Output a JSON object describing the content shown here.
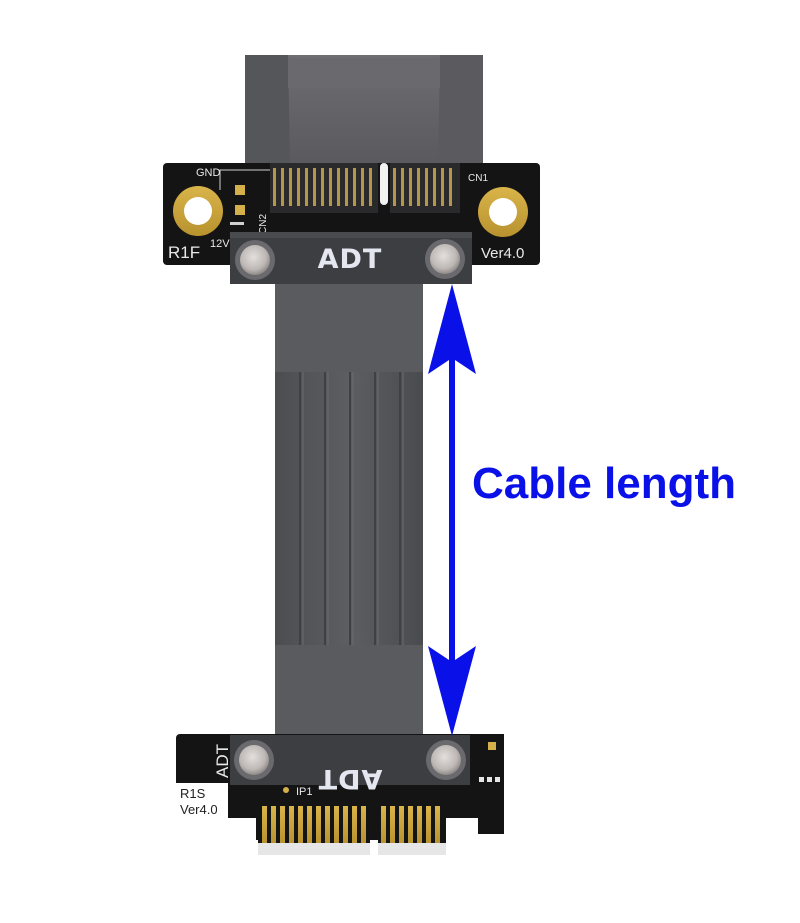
{
  "product": {
    "top_board": {
      "connector": "CN1",
      "connector2": "CN2",
      "gnd": "GND",
      "voltage": "12V",
      "id": "R1F",
      "version": "Ver4.0",
      "brand": "ADT"
    },
    "bottom_board": {
      "brand": "ADT",
      "brand_side": "ADT",
      "id": "R1S",
      "version": "Ver4.0",
      "marker": "IP1"
    }
  },
  "annotation": {
    "label": "Cable length",
    "color": "#0a10e8"
  },
  "colors": {
    "cable": "#55565a",
    "connector_body": "#626266",
    "pcb": "#151515",
    "gold": "#c9a640",
    "pad_ring": "#d4a440"
  }
}
